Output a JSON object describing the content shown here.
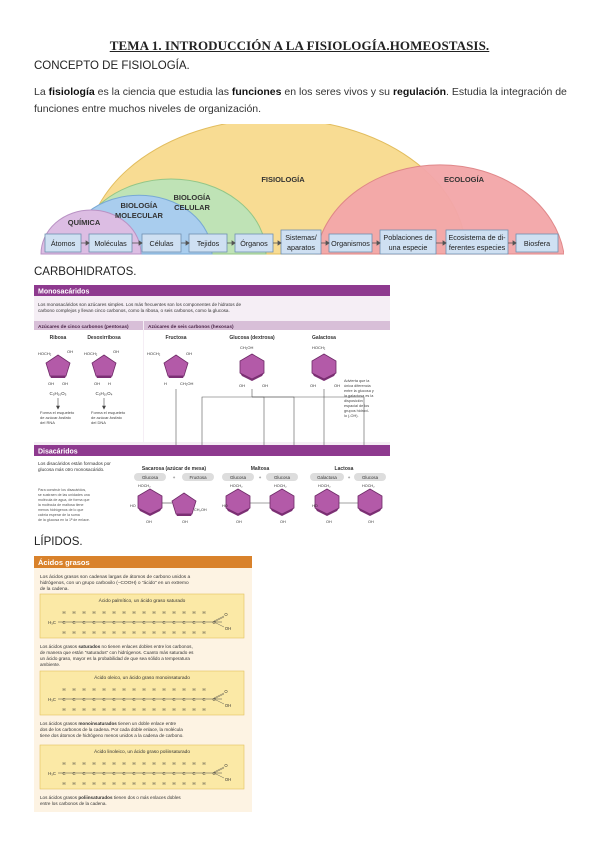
{
  "doc": {
    "title": "TEMA 1. INTRODUCCIÓN A LA FISIOLOGÍA.HOMEOSTASIS.",
    "sections": {
      "concepto": "CONCEPTO DE FISIOLOGÍA.",
      "carbohidratos": "CARBOHIDRATOS.",
      "lipidos": "LÍPIDOS."
    },
    "paragraph": {
      "p1": "La ",
      "b1": "fisiología",
      "p2": " es la ciencia que estudia las ",
      "b2": "funciones",
      "p3": " en los seres vivos y su ",
      "b3": "regulación",
      "p4": ". Estudia la integración de funciones entre muchos niveles de organización."
    }
  },
  "diagram": {
    "arcs": {
      "fisiologia": "FISIOLOGÍA",
      "ecologia": "ECOLOGÍA",
      "biologia_celular_1": "BIOLOGÍA",
      "biologia_celular_2": "CELULAR",
      "biologia_molecular_1": "BIOLOGÍA",
      "biologia_molecular_2": "MOLECULAR",
      "quimica": "QUÍMICA"
    },
    "levels": [
      "Átomos",
      "Moléculas",
      "Células",
      "Tejidos",
      "Órganos",
      "Sistemas/",
      "aparatos",
      "Organismos",
      "Poblaciones de",
      "una especie",
      "Ecosistema de di-",
      "ferentes especies",
      "Biosfera"
    ],
    "colors": {
      "fisiologia": "#f7d98b",
      "ecologia": "#f3a4a7",
      "celular": "#b7e0b0",
      "molecular": "#9fc7ea",
      "quimica": "#d5b3de",
      "box": "#cfe0f2"
    }
  },
  "carbs": {
    "mono_header": "Monosacáridos",
    "mono_text_1": "Los monosacáridos son azúcares simples. Los más frecuentes son los componentes de hidratos de",
    "mono_text_2": "carbono complejos y llevan cinco carbonos, como la ribosa, o seis carbonos, como la glucosa.",
    "col1_header": "Azúcares de cinco carbonos (pentosas)",
    "col2_header": "Azúcares de seis carbonos (hexosas)",
    "ribosa": "Ribosa",
    "desoxirribosa": "Desoxirribosa",
    "fructosa": "Fructosa",
    "glucosa": "Glucosa (dextrosa)",
    "galactosa": "Galactosa",
    "ribosa_formula": "C₅H₁₀O₅",
    "desoxi_formula": "C₅H₁₀O₄",
    "ribosa_note_1": "Forma el esqueleto",
    "ribosa_note_2": "de azúcar-fosfato",
    "ribosa_note_3": "del RNA",
    "desoxi_note_1": "Forma el esqueleto",
    "desoxi_note_2": "de azúcar-fosfato",
    "desoxi_note_3": "del DNA",
    "galactosa_note_1": "Advierta que la",
    "galactosa_note_2": "única diferencia",
    "galactosa_note_3": "entre la glucosa y",
    "galactosa_note_4": "la galactosa es la",
    "galactosa_note_5": "disposición",
    "galactosa_note_6": "espacial de los",
    "galactosa_note_7": "grupos hidroxi-",
    "galactosa_note_8": "lo (-OH).",
    "di_header": "Disacáridos",
    "di_text_1": "Los disacáridos están formados por",
    "di_text_2": "glucosa más otro monosacárido.",
    "di_note_1": "Para construir los disacáridos,",
    "di_note_2": "se sustraen de las unidades una",
    "di_note_3": "molécula de agua, de forma que",
    "di_note_4": "la molécula de maltosa tiene",
    "di_note_5": "menos hidrógenos de lo que",
    "di_note_6": "cabría esperar de la suma",
    "di_note_7": "de la glucosa en la 1ª de enlace.",
    "sacarosa": "Sacarosa (azúcar de mesa)",
    "maltosa": "Maltosa",
    "lactosa": "Lactosa",
    "sac_eq_a": "Glucosa",
    "sac_eq_b": "Fructosa",
    "mal_eq_a": "Glucosa",
    "mal_eq_b": "Glucosa",
    "lac_eq_a": "Galactosa",
    "lac_eq_b": "Glucosa",
    "plus": "+",
    "colors": {
      "header": "#8e3a8f",
      "subheader": "#d8bfd8",
      "ring": "#a84c9d",
      "panel": "#f4ecf4"
    }
  },
  "lipids": {
    "header": "Ácidos grasos",
    "intro_1": "Los ácidos grasos son cadenas largas de átomos de carbono unidos a",
    "intro_2": "hidrógenos, con un grupo carboxilo (–COOH) o \"ácido\" en un extremo",
    "intro_3": "de la cadena.",
    "box1_title": "Ácido palmítico, un ácido graso saturado",
    "sat_1a": "Los ácidos grasos ",
    "sat_1b": "saturados",
    "sat_1c": " no tienen enlaces dobles entre los carbonos,",
    "sat_2": "de manera que están \"saturados\" con hidrógenos. Cuanto más saturado es",
    "sat_3": "un ácido graso, mayor es la probabilidad de que sea sólido a temperatura",
    "sat_4": "ambiente.",
    "box2_title": "Ácido oleico, un ácido graso monoinsaturado",
    "mono_1a": "Los ácidos grasos ",
    "mono_1b": "monoinsaturados",
    "mono_1c": " tienen un doble enlace entre",
    "mono_2": "dos de los carbonos de la cadena. Por cada doble enlace, la molécula",
    "mono_3": "tiene dos átomos de hidrógeno menos unidos a la cadena de carbono.",
    "box3_title": "Ácido linoleico, un ácido graso poliinsaturado",
    "poly_1a": "Los ácidos grasos ",
    "poly_1b": "poliinsaturados",
    "poly_1c": " tienen dos o más enlaces dobles",
    "poly_2": "entre los carbonos de la cadena.",
    "h3c": "H₃C",
    "colors": {
      "header": "#d9822b",
      "panel": "#fdf3e3",
      "box": "#fbe9a6"
    }
  }
}
